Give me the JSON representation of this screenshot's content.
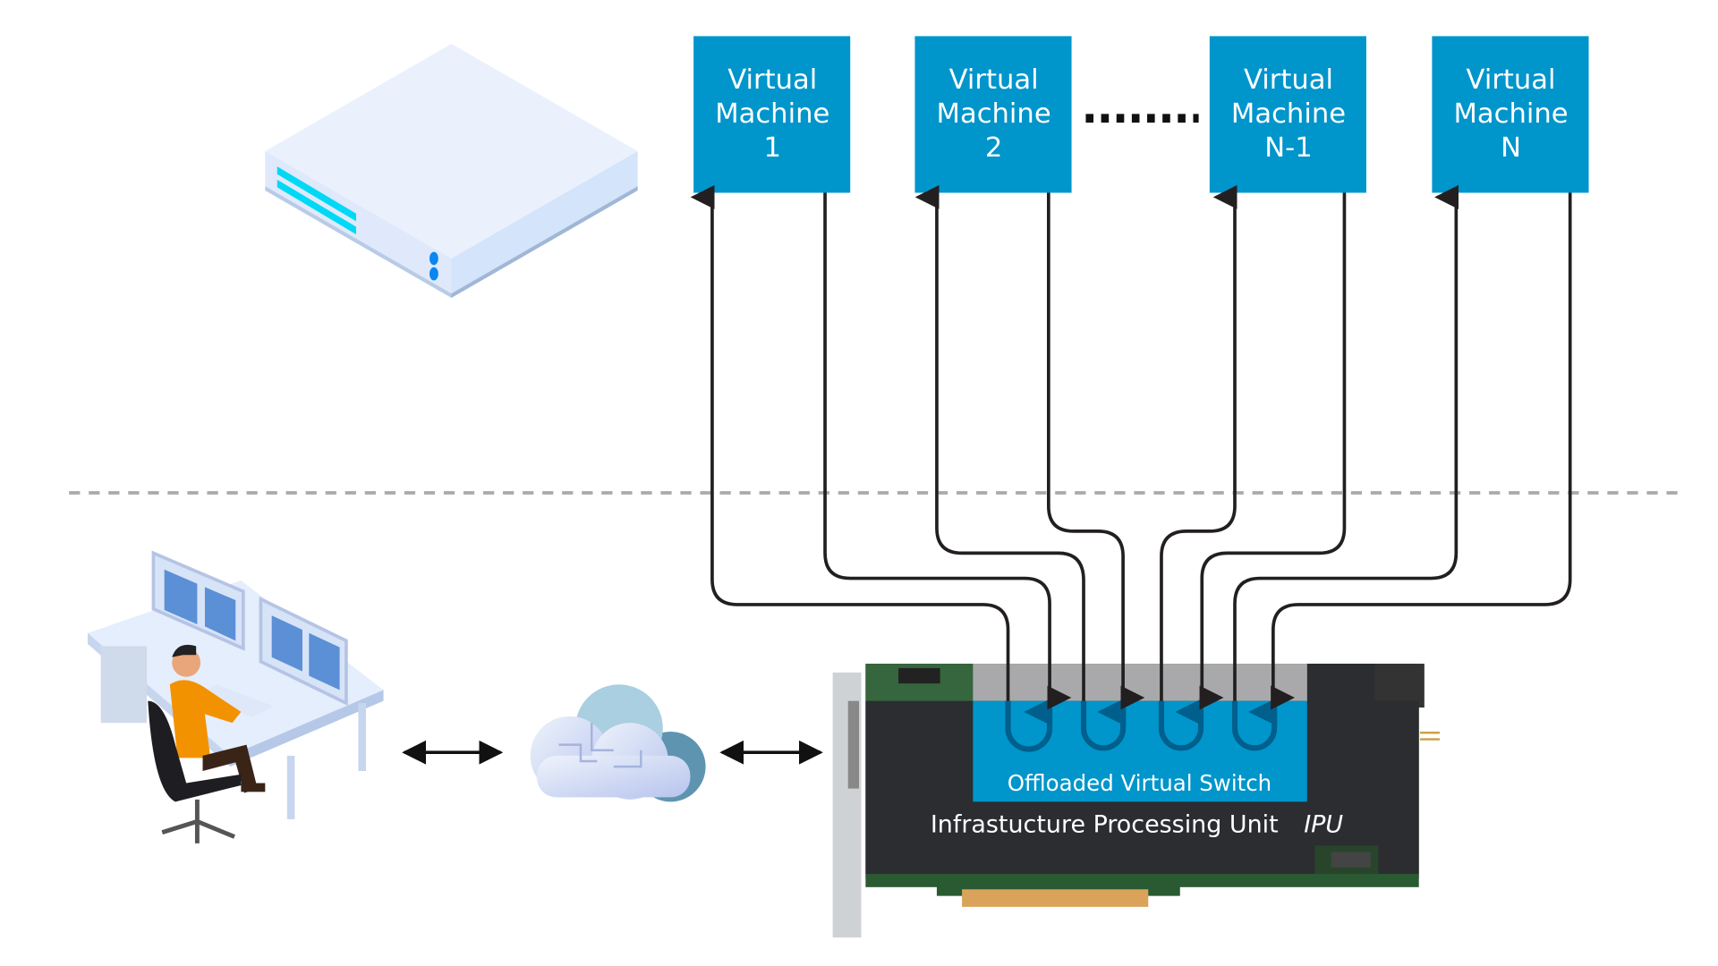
{
  "virtual_machines": [
    {
      "line1": "Virtual",
      "line2": "Machine",
      "line3": "1"
    },
    {
      "line1": "Virtual",
      "line2": "Machine",
      "line3": "2"
    },
    {
      "line1": "Virtual",
      "line2": "Machine",
      "line3": "N-1"
    },
    {
      "line1": "Virtual",
      "line2": "Machine",
      "line3": "N"
    }
  ],
  "ipu": {
    "switch_label": "Offloaded Virtual Switch",
    "card_label": "Infrastucture Processing Unit",
    "card_label_italic": "IPU"
  },
  "colors": {
    "vm_box": "#0095CB",
    "switch_box": "#0095CB",
    "loop_arrows": "#005F8C",
    "connector_arrows": "#231F20",
    "divider": "#AAAAAA",
    "card_body": "#2B2D30"
  },
  "icons": [
    "server-icon",
    "workstation-user-icon",
    "cloud-network-icon",
    "ipu-card-icon"
  ]
}
